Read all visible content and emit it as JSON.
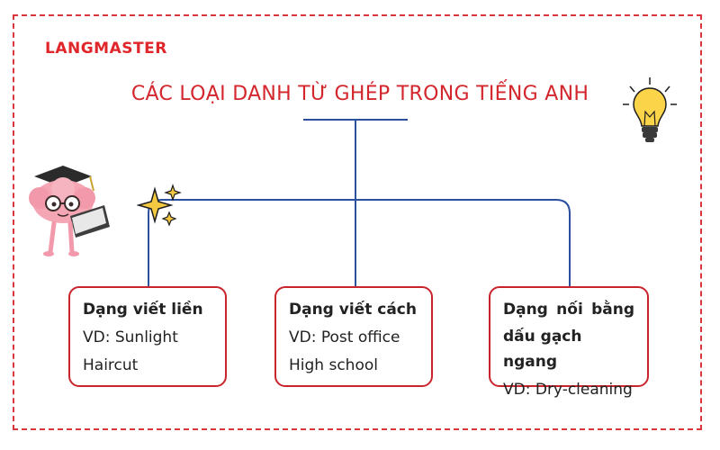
{
  "brand": {
    "logo_text": "LANGMASTER"
  },
  "title": "CÁC LOẠI DANH TỪ GHÉP TRONG TIẾNG ANH",
  "colors": {
    "accent": "#d3262d",
    "connector": "#2c4fa0"
  },
  "nodes": [
    {
      "heading": "Dạng viết liền",
      "lines": [
        "VD: Sunlight",
        "Haircut"
      ]
    },
    {
      "heading": "Dạng viết cách",
      "lines": [
        "VD: Post office",
        "High school"
      ]
    },
    {
      "heading_line1": "Dạng nối bằng",
      "heading_line2": "dấu gạch ngang",
      "lines": [
        "VD: Dry-cleaning"
      ]
    }
  ],
  "icons": [
    "brain-mascot-icon",
    "sparkle-icon",
    "lightbulb-icon"
  ]
}
